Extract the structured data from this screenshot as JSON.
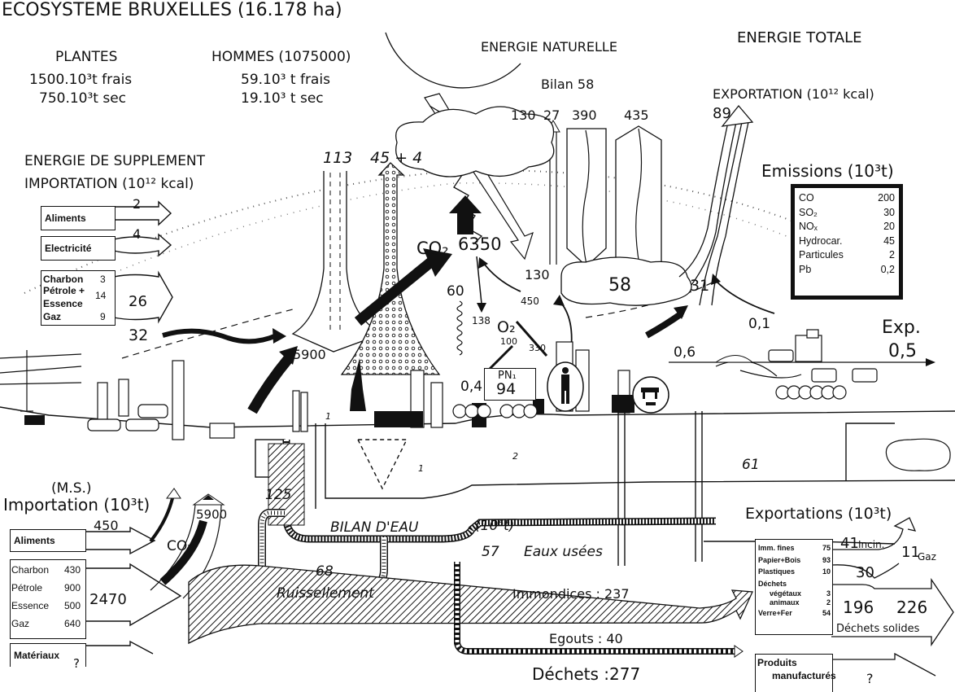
{
  "title": "ECOSYSTEME   BRUXELLES (16.178 ha)",
  "plantes": {
    "label": "PLANTES",
    "frais": "1500.10³t  frais",
    "sec": "750.10³t  sec"
  },
  "hommes": {
    "label": "HOMMES (1075000)",
    "frais": "59.10³ t  frais",
    "sec": "19.10³ t  sec"
  },
  "energie_naturelle": {
    "label": "ENERGIE  NATURELLE",
    "bilan": "Bilan  58",
    "values": {
      "sun_in": "130",
      "out_27": "27",
      "out_390": "390",
      "out_435": "435",
      "in_130": "130",
      "cloud": "58"
    }
  },
  "energie_totale": {
    "label": "ENERGIE  TOTALE",
    "exportation": "EXPORTATION (10¹² kcal)",
    "export_value": "89",
    "node_31": "31",
    "v_01": "0,1",
    "exp_label": "Exp.",
    "exp_value": "0,5",
    "in_06": "0,6"
  },
  "supplement": {
    "title1": "ENERGIE  DE  SUPPLEMENT",
    "title2": "IMPORTATION  (10¹² kcal)",
    "items": [
      {
        "label": "Aliments",
        "value": "2"
      },
      {
        "label": "Electricité",
        "value": "4"
      }
    ],
    "fuels": [
      {
        "label": "Charbon",
        "value": "3"
      },
      {
        "label": "Pétrole +",
        "value": "14"
      },
      {
        "label": "Essence",
        "value": ""
      },
      {
        "label": "Gaz",
        "value": "9"
      }
    ],
    "fuels_total": "26",
    "total": "32"
  },
  "flows": {
    "v113": "113",
    "v45_4": "45 + 4",
    "co2_label": "CO₂",
    "co2_value": "6350",
    "v5900": "5900",
    "v60": "60",
    "v138": "138",
    "o2_label": "O₂",
    "v100": "100",
    "v330": "330",
    "v450": "450",
    "v04": "0,4",
    "pn_label": "PN₁",
    "pn_value": "94",
    "water_1a": "1",
    "water_1b": "1",
    "water_2": "2"
  },
  "emissions": {
    "title": "Emissions (10³t)",
    "rows": [
      {
        "label": "CO",
        "value": "200"
      },
      {
        "label": "SO₂",
        "value": "30"
      },
      {
        "label": "NOₓ",
        "value": "20"
      },
      {
        "label": "Hydrocar.",
        "value": "45"
      },
      {
        "label": "Particules",
        "value": "2"
      },
      {
        "label": "Pb",
        "value": "0,2"
      }
    ]
  },
  "water": {
    "title": "BILAN  D'EAU",
    "unit": "(10⁶t)",
    "v125": "125",
    "v68": "68",
    "ruissellement": "Ruissellement",
    "v57": "57",
    "eaux_usees": "Eaux  usées",
    "v61": "61"
  },
  "ms_import": {
    "ms": "(M.S.)",
    "title": "Importation (10³t)",
    "aliments": {
      "label": "Aliments",
      "value": "450"
    },
    "fuels": [
      {
        "label": "Charbon",
        "value": "430"
      },
      {
        "label": "Pétrole",
        "value": "900"
      },
      {
        "label": "Essence",
        "value": "500"
      },
      {
        "label": "Gaz",
        "value": "640"
      }
    ],
    "fuels_total": "2470",
    "co2_label": "CO₂",
    "co2_value": "5900",
    "materiaux": "Matériaux",
    "materiaux_value": "?"
  },
  "waste": {
    "immondices": "Immondices : 237",
    "egouts": "Egouts :  40",
    "dechets": "Déchets :277"
  },
  "exportations": {
    "title": "Exportations (10³t)",
    "rows": [
      {
        "label": "Imm. fines",
        "value": "75"
      },
      {
        "label": "Papier+Bois",
        "value": "93"
      },
      {
        "label": "Plastiques",
        "value": "10"
      },
      {
        "label": "Déchets",
        "value": ""
      },
      {
        "label": "   végétaux",
        "value": "3"
      },
      {
        "label": "   animaux",
        "value": "2"
      },
      {
        "label": "Verre+Fer",
        "value": "54"
      }
    ],
    "incin_value": "41",
    "incin_label": "Incin.",
    "gaz_value": "11",
    "gaz_label": "Gaz",
    "v30": "30",
    "v196": "196",
    "v226": "226",
    "dechets_solides": "Déchets  solides",
    "produits": "Produits",
    "manufactures": "manufacturés",
    "produits_value": "?"
  }
}
